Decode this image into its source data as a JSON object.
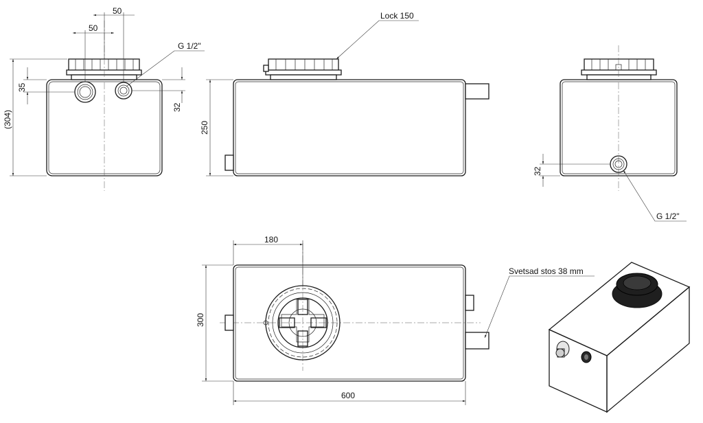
{
  "front_view": {
    "dim_top_outer": "50",
    "dim_top_inner": "50",
    "dim_height": "(304)",
    "dim_left_port": "35",
    "dim_right_port": "32",
    "thread_label": "G 1/2\""
  },
  "side_view": {
    "cap_label": "Lock 150",
    "dim_height": "250"
  },
  "end_view": {
    "dim_port": "32",
    "thread_label": "G 1/2\""
  },
  "top_view": {
    "dim_cap_offset": "180",
    "dim_width": "300",
    "dim_length": "600",
    "nozzle_label": "Svetsad stos 38 mm"
  },
  "iso_view": {
    "colors": {
      "top": "#d9d9d9",
      "front": "#bdbdbd",
      "side": "#a8a8a8",
      "cap": "#1f1f1f"
    }
  }
}
